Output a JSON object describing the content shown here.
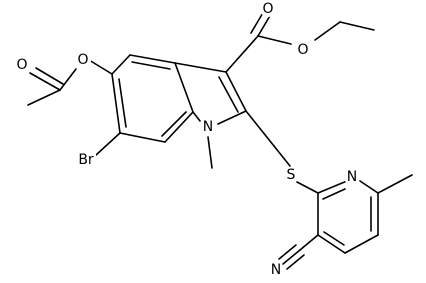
{
  "atoms": {
    "O_acetyl_carbonyl": "O",
    "O_acetoxy": "O",
    "O_ester_carbonyl": "O",
    "O_ester": "O",
    "Br": "Br",
    "N_indole": "N",
    "S": "S",
    "N_pyridine": "N",
    "N_nitrile": "N"
  },
  "colors": {
    "ink": "#000000",
    "background": "#ffffff"
  }
}
